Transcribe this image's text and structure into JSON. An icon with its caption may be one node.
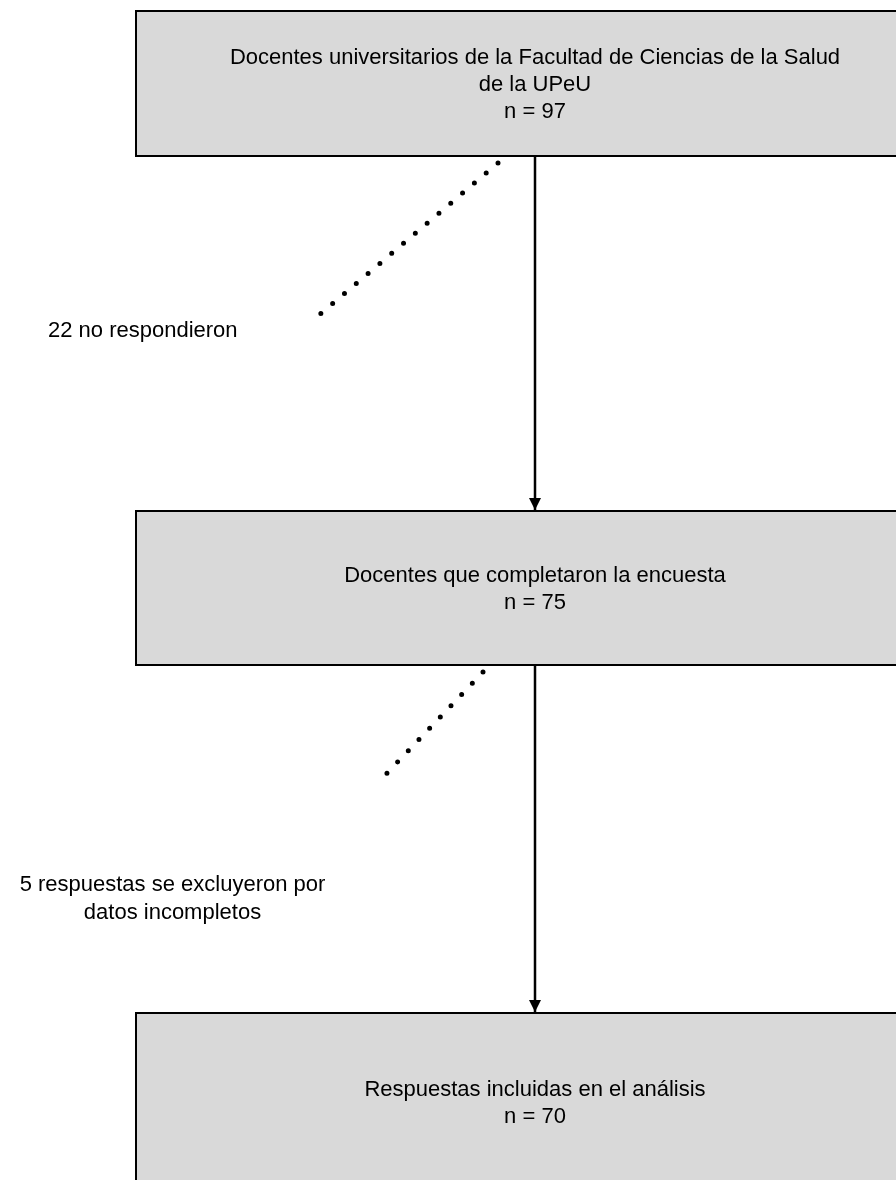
{
  "diagram": {
    "nodes": [
      {
        "text": [
          "Docentes universitarios de la Facultad de Ciencias de la Salud de la UPeU",
          "n = 97"
        ]
      },
      {
        "text": [
          "22 no respondieron"
        ]
      },
      {
        "text": [
          "Docentes que completaron la encuesta",
          "n = 75"
        ]
      },
      {
        "text": [
          "5 respuestas se excluyeron por datos incompletos"
        ]
      },
      {
        "text": [
          "Respuestas incluidas en el análisis",
          "n = 70"
        ]
      }
    ],
    "edges": [
      {
        "from": 0,
        "to": 2,
        "arrow": "to"
      },
      {
        "from": 0,
        "to": 1,
        "arrow": "none",
        "style": "dashed"
      },
      {
        "from": 2,
        "to": 4,
        "arrow": "to"
      },
      {
        "from": 2,
        "to": 3,
        "arrow": "none",
        "style": "dashed"
      }
    ]
  }
}
